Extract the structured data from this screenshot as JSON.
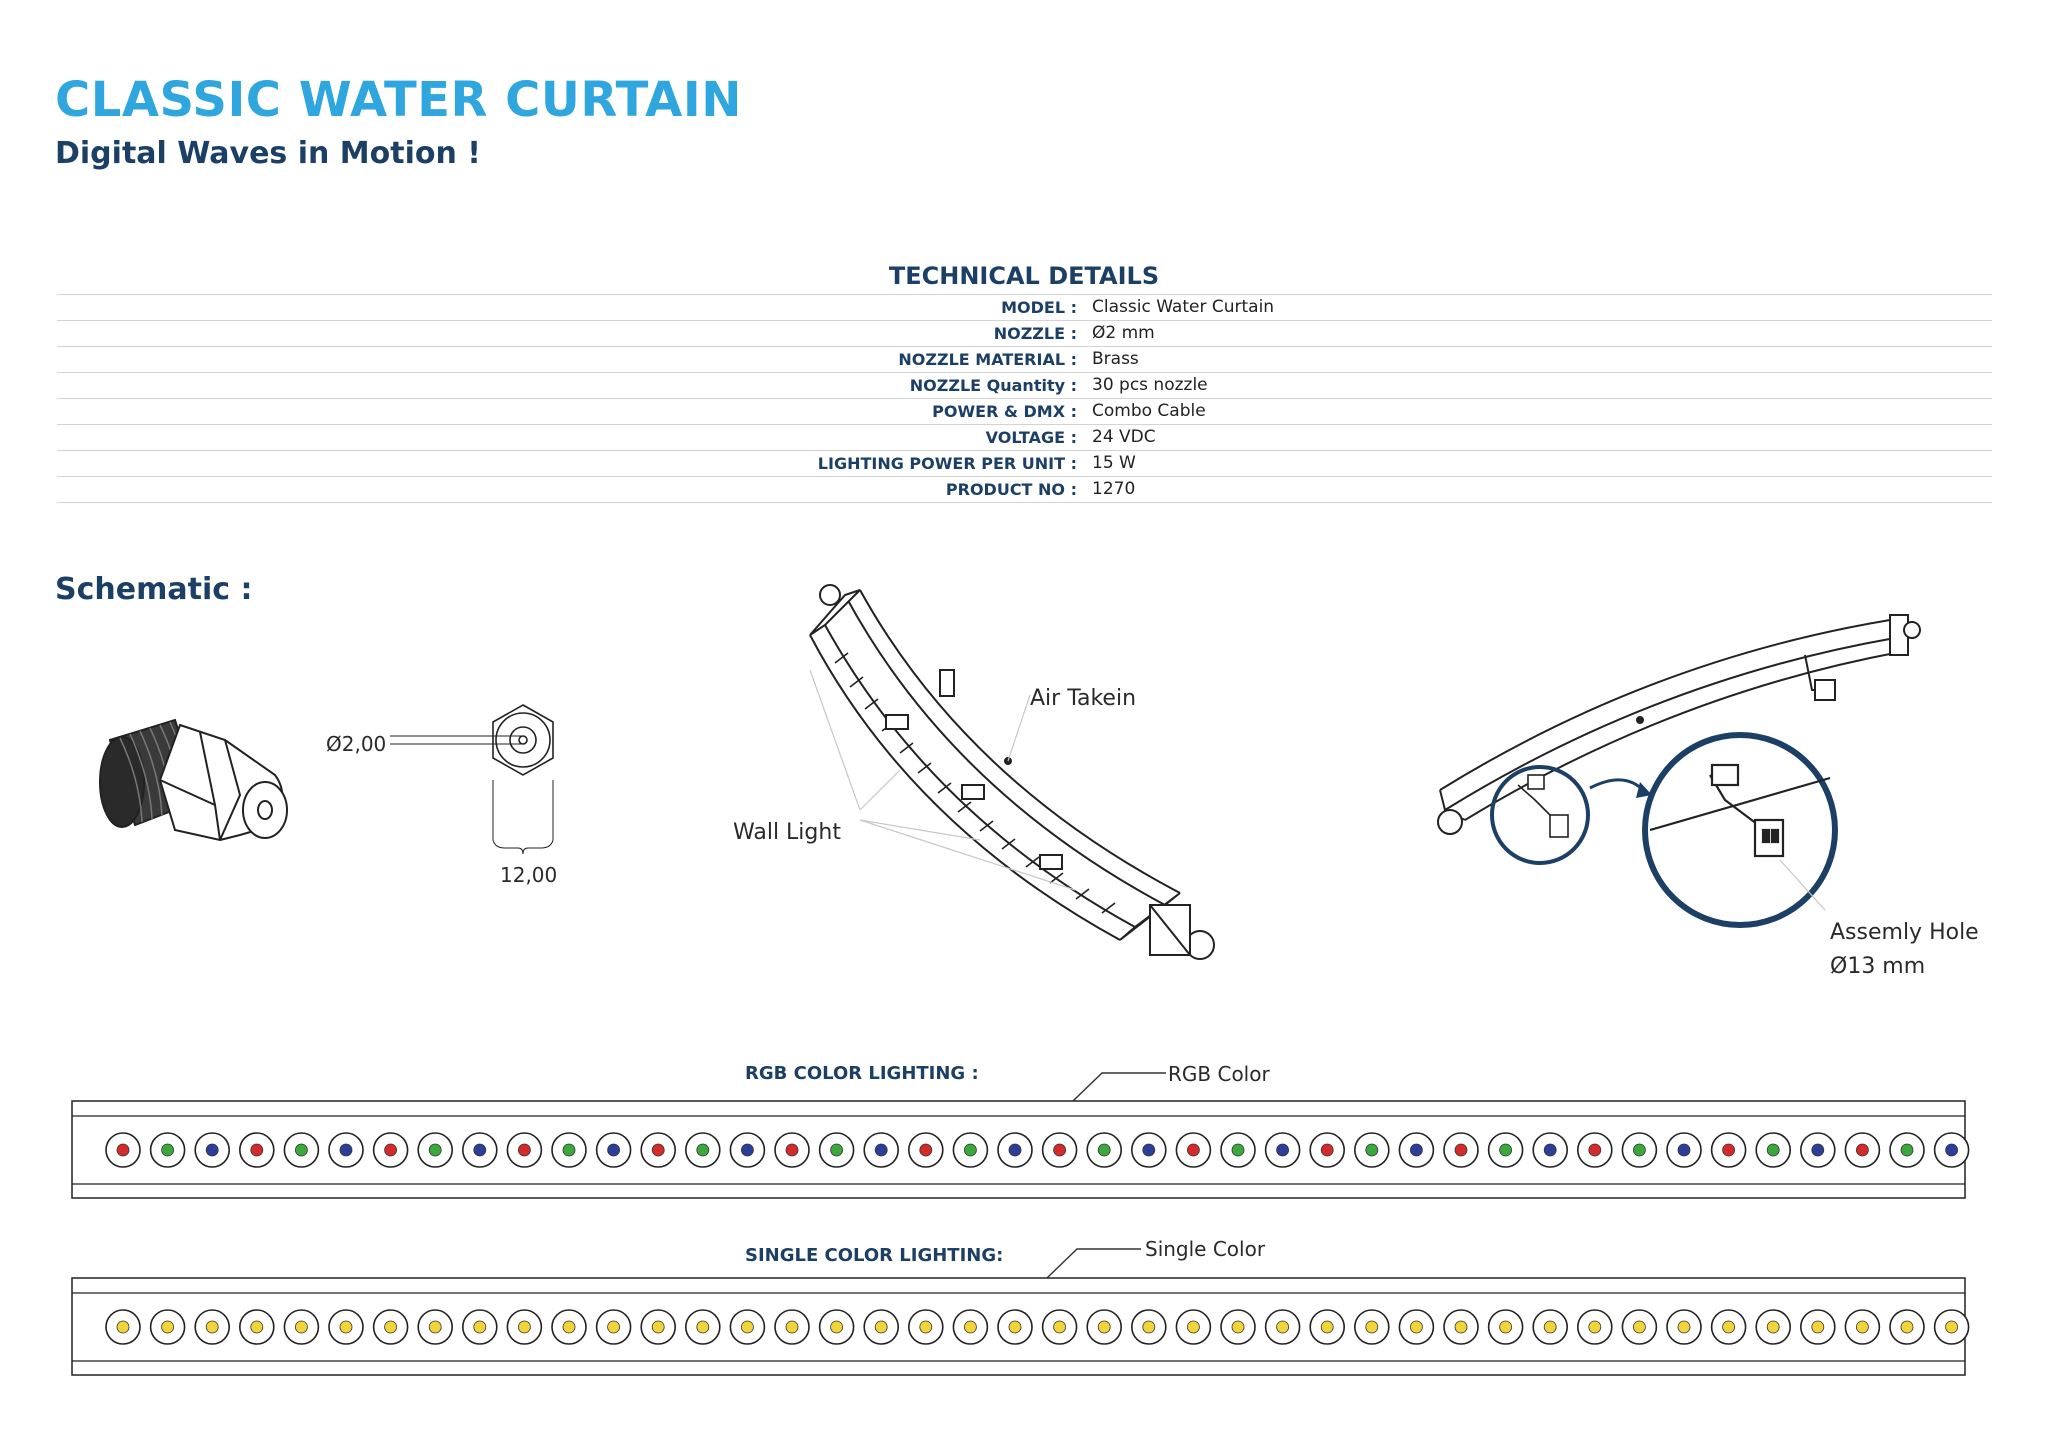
{
  "header": {
    "title": "CLASSIC WATER CURTAIN",
    "subtitle": "Digital Waves in Motion !"
  },
  "technical_details": {
    "heading": "TECHNICAL DETAILS",
    "rows": [
      {
        "label": "MODEL :",
        "value": "Classic Water Curtain"
      },
      {
        "label": "NOZZLE :",
        "value": "Ø2 mm"
      },
      {
        "label": "NOZZLE MATERIAL :",
        "value": "Brass"
      },
      {
        "label": "NOZZLE Quantity :",
        "value": "30 pcs nozzle"
      },
      {
        "label": "POWER & DMX :",
        "value": "Combo Cable"
      },
      {
        "label": "VOLTAGE :",
        "value": "24 VDC"
      },
      {
        "label": "LIGHTING POWER PER UNIT :",
        "value": "15 W"
      },
      {
        "label": "PRODUCT NO :",
        "value": "1270"
      }
    ]
  },
  "schematic": {
    "heading": "Schematic :",
    "nozzle_diameter_label": "Ø2,00",
    "nozzle_width_label": "12,00",
    "air_takein_label": "Air Takein",
    "wall_light_label": "Wall Light",
    "assembly_hole_label": "Assemly Hole",
    "assembly_hole_size": "Ø13 mm"
  },
  "lighting": {
    "rgb_heading": "RGB COLOR LIGHTING :",
    "rgb_callout": "RGB Color",
    "single_heading": "SINGLE COLOR LIGHTING:",
    "single_callout": "Single Color",
    "led_count": 42,
    "rgb_pattern": [
      "red",
      "green",
      "blue"
    ],
    "colors": {
      "red": "#d42a2a",
      "green": "#3aa83a",
      "blue": "#2b3f9a",
      "yellow": "#f2d33a",
      "accent": "#2fa6dd",
      "navy": "#1c3f66"
    }
  }
}
